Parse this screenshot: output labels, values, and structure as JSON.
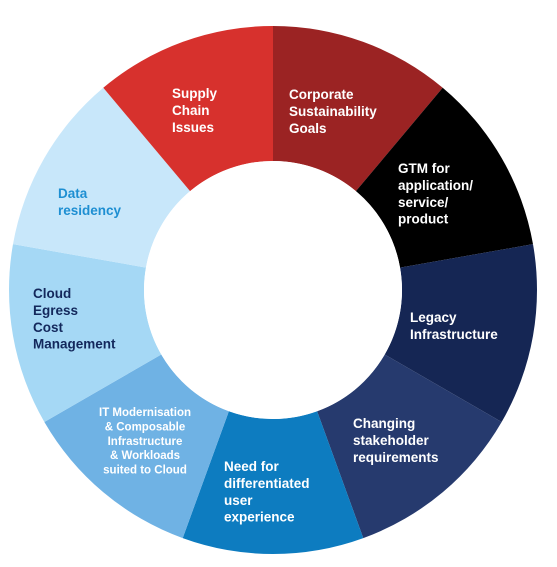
{
  "diagram": {
    "segments": [
      {
        "lines": [
          "Corporate",
          "Sustainability",
          "Goals"
        ],
        "fill": "#9b2323",
        "text_color": "#ffffff"
      },
      {
        "lines": [
          "GTM for",
          "application/",
          "service/",
          "product"
        ],
        "fill": "#000000",
        "text_color": "#ffffff"
      },
      {
        "lines": [
          "Legacy",
          "Infrastructure"
        ],
        "fill": "#152654",
        "text_color": "#ffffff"
      },
      {
        "lines": [
          "Changing",
          "stakeholder",
          "requirements"
        ],
        "fill": "#263a6e",
        "text_color": "#ffffff"
      },
      {
        "lines": [
          "Need for",
          "differentiated",
          "user",
          "experience"
        ],
        "fill": "#0d7cc0",
        "text_color": "#ffffff"
      },
      {
        "lines": [
          "IT Modernisation",
          "& Composable",
          "Infrastructure",
          "& Workloads",
          "suited to Cloud"
        ],
        "fill": "#6fb2e4",
        "text_color": "#ffffff"
      },
      {
        "lines": [
          "Cloud",
          "Egress",
          "Cost",
          "Management"
        ],
        "fill": "#a5d8f5",
        "text_color": "#13285c"
      },
      {
        "lines": [
          "Data",
          "residency"
        ],
        "fill": "#c8e7fa",
        "text_color": "#1e8fd2"
      },
      {
        "lines": [
          "Supply",
          "Chain",
          "Issues"
        ],
        "fill": "#d7312d",
        "text_color": "#ffffff"
      }
    ]
  }
}
